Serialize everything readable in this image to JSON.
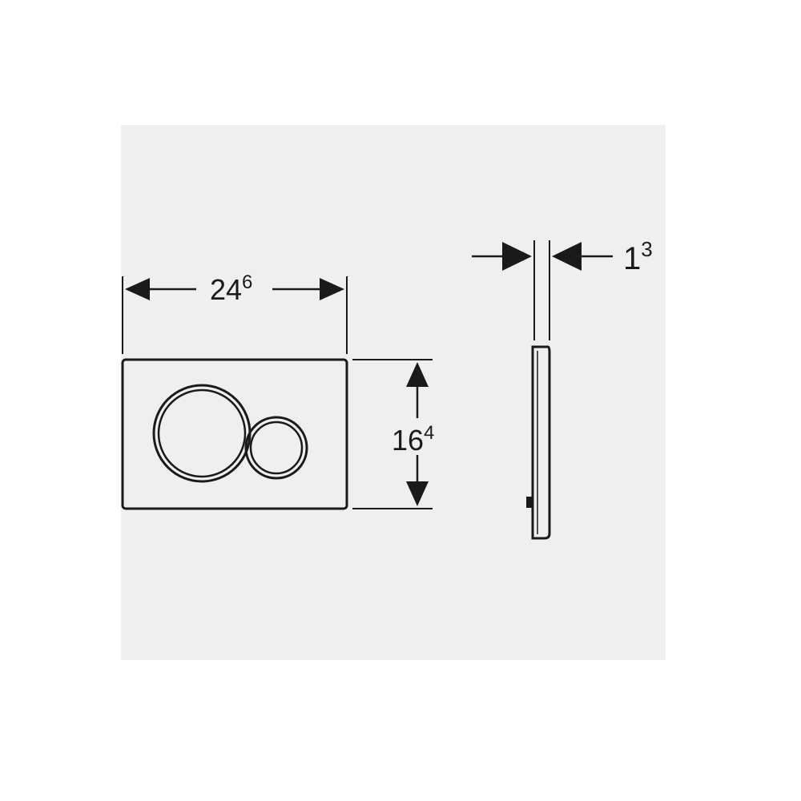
{
  "dimensions": {
    "width": {
      "main": "24",
      "sup": "6"
    },
    "height": {
      "main": "16",
      "sup": "4"
    },
    "depth": {
      "main": "1",
      "sup": "3"
    }
  },
  "colors": {
    "background": "#ffffff",
    "panel": "#efefef",
    "line": "#1a1a1a"
  }
}
